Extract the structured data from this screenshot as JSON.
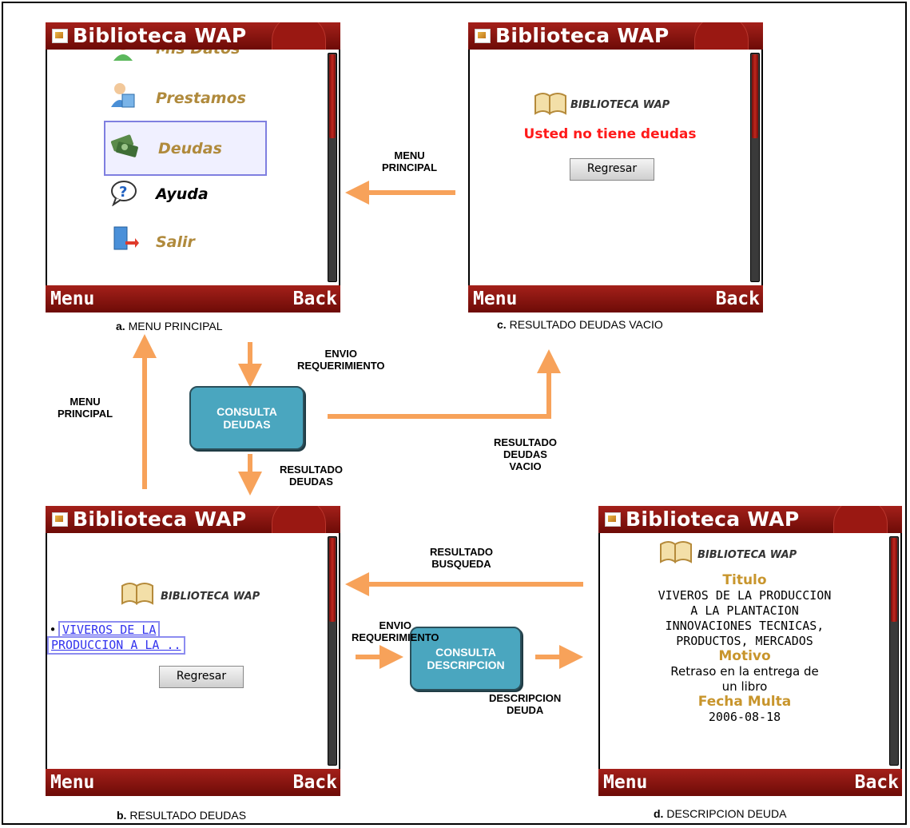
{
  "phone": {
    "title": "Biblioteca WAP",
    "soft_left": "Menu",
    "soft_right": "Back"
  },
  "screen_a": {
    "caption_letter": "a.",
    "caption_text": "MENU PRINCIPAL",
    "items": [
      {
        "label": "Mis Datos",
        "icon": "user-icon"
      },
      {
        "label": "Prestamos",
        "icon": "loan-icon"
      },
      {
        "label": "Deudas",
        "icon": "money-icon"
      },
      {
        "label": "Ayuda",
        "icon": "help-icon"
      },
      {
        "label": "Salir",
        "icon": "exit-icon"
      }
    ],
    "selected": "Deudas"
  },
  "screen_b": {
    "caption_letter": "b.",
    "caption_text": "RESULTADO DEUDAS",
    "brand": "BIBLIOTECA WAP",
    "link_line1": "VIVEROS DE LA",
    "link_line2": "PRODUCCION A LA ..",
    "button": "Regresar"
  },
  "screen_c": {
    "caption_letter": "c.",
    "caption_text": "RESULTADO DEUDAS VACIO",
    "brand": "BIBLIOTECA WAP",
    "message": "Usted no tiene deudas",
    "button": "Regresar"
  },
  "screen_d": {
    "caption_letter": "d.",
    "caption_text": "DESCRIPCION DEUDA",
    "brand": "BIBLIOTECA WAP",
    "titulo_label": "Titulo",
    "titulo_lines": [
      "VIVEROS DE LA PRODUCCION",
      "A LA PLANTACION",
      "INNOVACIONES TECNICAS,",
      "PRODUCTOS, MERCADOS"
    ],
    "motivo_label": "Motivo",
    "motivo_lines": [
      "Retraso en la entrega de",
      "un libro"
    ],
    "fecha_label": "Fecha Multa",
    "fecha_value": "2006-08-18"
  },
  "process_nodes": {
    "consulta_deudas": "CONSULTA\nDEUDAS",
    "consulta_descripcion": "CONSULTA\nDESCRIPCION"
  },
  "edge_labels": {
    "c_to_a": "MENU\nPRINCIPAL",
    "a_to_consulta": "ENVIO\nREQUERIMIENTO",
    "b_to_a": "MENU\nPRINCIPAL",
    "consulta_to_b": "RESULTADO\nDEUDAS",
    "consulta_to_c": "RESULTADO\nDEUDAS\nVACIO",
    "d_to_b": "RESULTADO\nBUSQUEDA",
    "b_to_desc": "ENVIO\nREQUERIMIENTO",
    "desc_to_d": "DESCRIPCION\nDEUDA"
  },
  "colors": {
    "arrow": "#f7a25a",
    "titlebar": "#8e1510",
    "process_fill": "#4aa6bf",
    "menu_text": "#b08a3c",
    "error_text": "#ff1a1a",
    "link_text": "#3333ee",
    "detail_label": "#c8952c"
  }
}
